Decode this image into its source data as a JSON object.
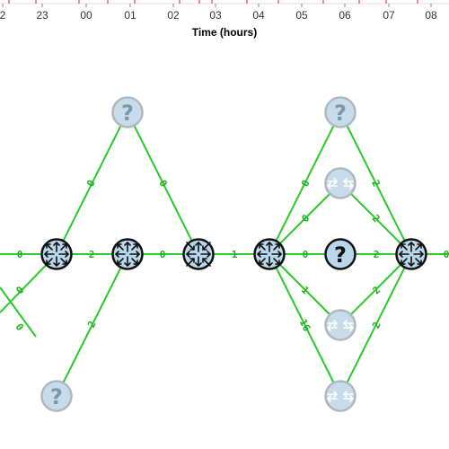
{
  "timeline": {
    "tick_labels": [
      "2",
      "23",
      "00",
      "01",
      "02",
      "03",
      "04",
      "05",
      "06",
      "07",
      "08"
    ],
    "axis_title": "Time (hours)"
  },
  "colors": {
    "link": "#2cc92c",
    "link_label": "#1bb31b",
    "node_fill": "#b8d7ea",
    "node_stroke": "#111111",
    "faded_fill": "#c6dcea",
    "faded_stroke": "#b0b8bf",
    "plot_line": "#e02020"
  },
  "nodes": [
    {
      "id": "r1",
      "type": "router",
      "state": "active"
    },
    {
      "id": "r2",
      "type": "router",
      "state": "active"
    },
    {
      "id": "r3",
      "type": "router-in",
      "state": "active"
    },
    {
      "id": "r4",
      "type": "router",
      "state": "active"
    },
    {
      "id": "r5",
      "type": "router",
      "state": "active"
    },
    {
      "id": "u1",
      "type": "unknown",
      "state": "faded"
    },
    {
      "id": "u2",
      "type": "unknown",
      "state": "faded"
    },
    {
      "id": "u3",
      "type": "unknown",
      "state": "faded"
    },
    {
      "id": "u4",
      "type": "unknown",
      "state": "active"
    },
    {
      "id": "s1",
      "type": "switch",
      "state": "faded"
    },
    {
      "id": "s2",
      "type": "switch",
      "state": "faded"
    },
    {
      "id": "s3",
      "type": "switch",
      "state": "faded"
    }
  ],
  "links": [
    {
      "id": "left-in",
      "label": "0"
    },
    {
      "id": "left-lower-a",
      "label": "0"
    },
    {
      "id": "left-lower-b",
      "label": "0"
    },
    {
      "id": "r1-u1",
      "label": "0"
    },
    {
      "id": "u1-r3",
      "label": "0"
    },
    {
      "id": "r1-r2",
      "label": "2"
    },
    {
      "id": "r2-r3",
      "label": "0"
    },
    {
      "id": "r2-u2",
      "label": "2"
    },
    {
      "id": "r1-u2",
      "label": ""
    },
    {
      "id": "r3-r4",
      "label": "1"
    },
    {
      "id": "r4-u3",
      "label": "0"
    },
    {
      "id": "r4-s1",
      "label": "0"
    },
    {
      "id": "r4-u4",
      "label": "0"
    },
    {
      "id": "r4-s2",
      "label": "1"
    },
    {
      "id": "r4-s3",
      "label": "16"
    },
    {
      "id": "u3-r5",
      "label": "2"
    },
    {
      "id": "s1-r5",
      "label": "2"
    },
    {
      "id": "u4-r5",
      "label": "2"
    },
    {
      "id": "s2-r5",
      "label": "2"
    },
    {
      "id": "s3-r5",
      "label": "2"
    },
    {
      "id": "r5-out",
      "label": "0"
    }
  ]
}
